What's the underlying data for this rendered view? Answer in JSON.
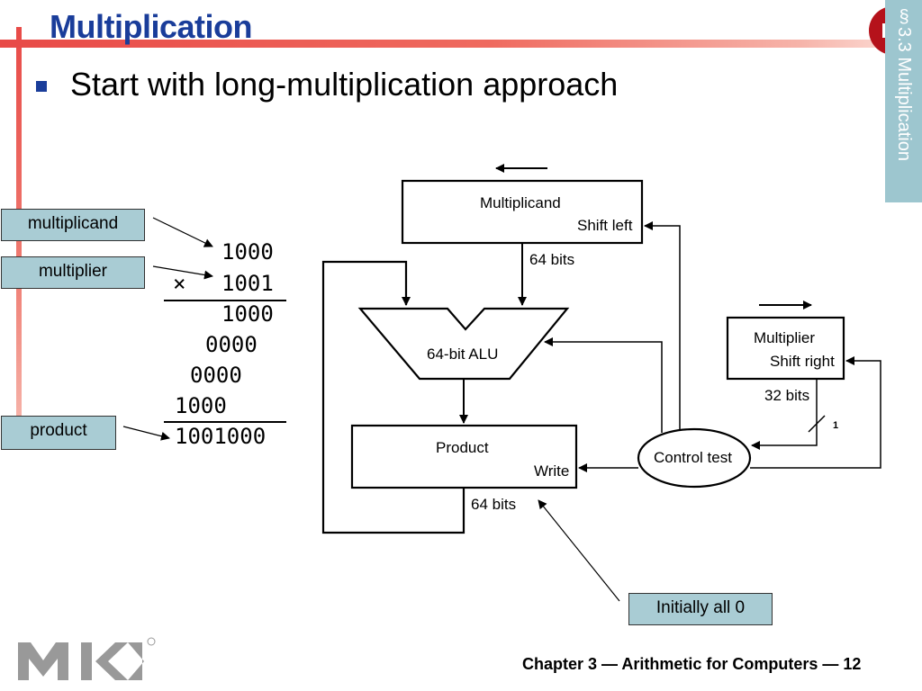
{
  "slide": {
    "title": "Multiplication",
    "bullet": "Start with long-multiplication approach",
    "section_tab": "§3.3 Multiplication",
    "footer": "Chapter 3 — Arithmetic for Computers — 12"
  },
  "labels": {
    "multiplicand": "multiplicand",
    "multiplier": "multiplier",
    "product": "product",
    "initially": "Initially all 0"
  },
  "long_multiplication": {
    "multiplicand": "1000",
    "times_sign": "×",
    "multiplier": "1001",
    "partial_products": [
      "1000",
      "0000",
      "0000",
      "1000"
    ],
    "result": "1001000"
  },
  "diagram": {
    "multiplicand_reg": {
      "name": "Multiplicand",
      "op": "Shift left"
    },
    "alu": "64-bit ALU",
    "product_reg": {
      "name": "Product",
      "op": "Write"
    },
    "multiplier_reg": {
      "name": "Multiplier",
      "op": "Shift right"
    },
    "control": "Control test",
    "width_64a": "64 bits",
    "width_64b": "64 bits",
    "width_32": "32 bits",
    "bit_1": "1"
  },
  "colors": {
    "title": "#1a3d9a",
    "accent_red": "#e84a47",
    "label_fill": "#a9ccd4",
    "section_tab": "#9dc6cf"
  }
}
